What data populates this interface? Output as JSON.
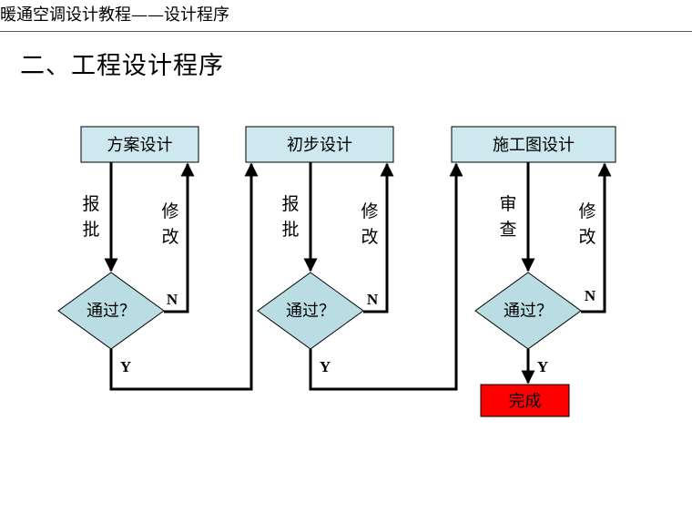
{
  "header": {
    "title": "暖通空调设计教程——设计程序"
  },
  "section": {
    "title": "二、工程设计程序"
  },
  "flow": {
    "stages": [
      {
        "name": "方案设计",
        "submit": [
          "报",
          "批"
        ],
        "revise": [
          "修",
          "改"
        ],
        "decision": "通过？",
        "no": "N",
        "yes": "Y"
      },
      {
        "name": "初步设计",
        "submit": [
          "报",
          "批"
        ],
        "revise": [
          "修",
          "改"
        ],
        "decision": "通过？",
        "no": "N",
        "yes": "Y"
      },
      {
        "name": "施工图设计",
        "submit": [
          "审",
          "查"
        ],
        "revise": [
          "修",
          "改"
        ],
        "decision": "通过？",
        "no": "N",
        "yes": "Y"
      }
    ],
    "final": "完成",
    "colors": {
      "box_fill": "#cde8ee",
      "diamond_fill": "#b9dde3",
      "final_fill": "#ff0000",
      "stroke": "#000000"
    }
  }
}
